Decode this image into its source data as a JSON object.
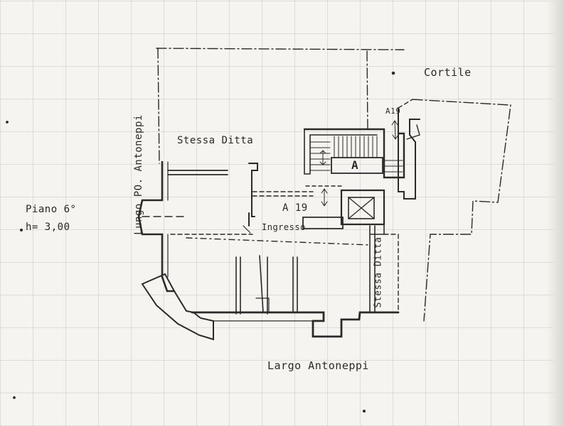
{
  "labels": {
    "cortile": "Cortile",
    "stessa_ditta_top": "Stessa Ditta",
    "stessa_ditta_right": "Stessa Ditta",
    "lungo": "Lungo PO. Antoneppi",
    "piano": "Piano 6°",
    "height": "h= 3,00",
    "stair_letter": "A",
    "unit_main": "A 19",
    "unit_small": "A19",
    "ingresso": "Ingresso",
    "largo": "Largo Antoneppi"
  },
  "colors": {
    "ink": "#2a2a2a",
    "paper": "#f5f4f0",
    "grid": "#a0a0a0"
  }
}
